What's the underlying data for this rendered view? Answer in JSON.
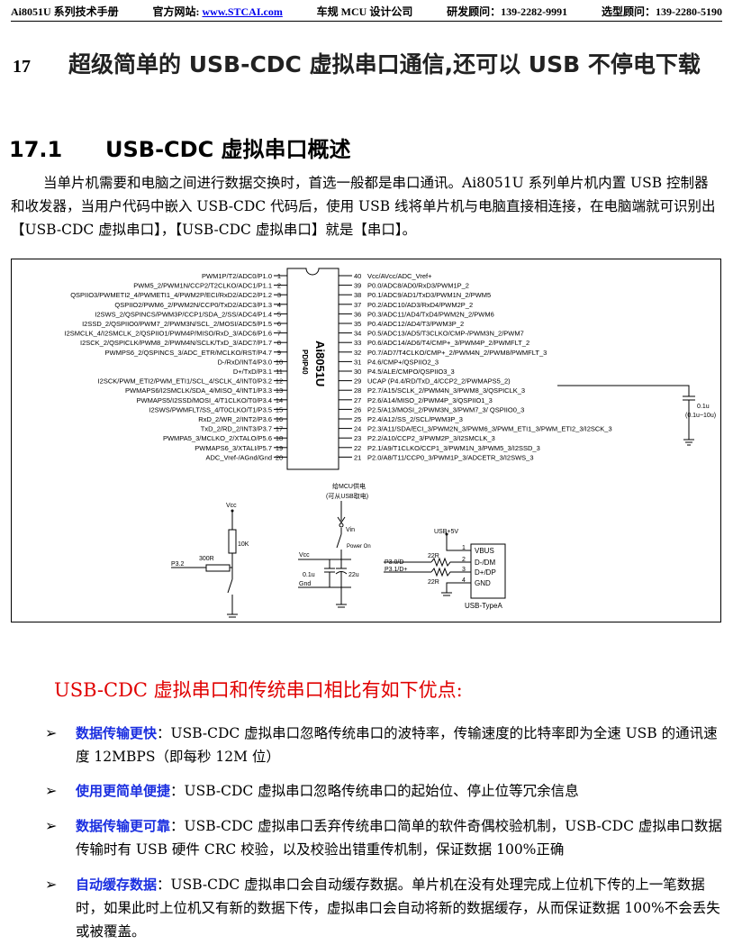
{
  "header": {
    "manual": "Ai8051U 系列技术手册",
    "website_label": "官方网站: ",
    "website_url": "www.STCAI.com",
    "company": "车规 MCU 设计公司",
    "rd_consultant": "研发顾问：139-2282-9991",
    "selection_consultant": "选型顾问：139-2280-5190"
  },
  "chapter": {
    "number": "17",
    "title": "超级简单的 USB-CDC 虚拟串口通信,还可以 USB 不停电下载"
  },
  "section": {
    "number": "17.1",
    "title": "USB-CDC 虚拟串口概述"
  },
  "intro": "当单片机需要和电脑之间进行数据交换时，首选一般都是串口通讯。Ai8051U 系列单片机内置 USB 控制器和收发器，当用户代码中嵌入 USB-CDC 代码后，使用 USB 线将单片机与电脑直接相连接，在电脑端就可识别出【USB-CDC 虚拟串口】，【USB-CDC 虚拟串口】就是【串口】。",
  "figure": {
    "chip_name": "Ai8051U",
    "package": "PDIP40",
    "left_pins": [
      {
        "num": "1",
        "label": "PWM1P/T2/ADC0/P1.0"
      },
      {
        "num": "2",
        "label": "PWM5_2/PWM1N/CCP2/T2CLKO/ADC1/P1.1"
      },
      {
        "num": "3",
        "label": "QSPIIO3/PWMETI2_4/PWMETI1_4/PWM2P/ECI/RxD2/ADC2/P1.2"
      },
      {
        "num": "4",
        "label": "QSPIIO2/PWM6_2/PWM2N/CCP0/TxD2/ADC3/P1.3"
      },
      {
        "num": "5",
        "label": "I2SWS_2/QSPINCS/PWM3P/CCP1/SDA_2/SS/ADC4/P1.4"
      },
      {
        "num": "6",
        "label": "I2SSD_2/QSPIIO0/PWM7_2/PWM3N/SCL_2/MOSI/ADC5/P1.5"
      },
      {
        "num": "7",
        "label": "I2SMCLK_4/I2SMCLK_2/QSPIIO1/PWM4P/MISO/RxD_3/ADC6/P1.6"
      },
      {
        "num": "8",
        "label": "I2SCK_2/QSPICLK/PWM8_2/PWM4N/SCLK/TxD_3/ADC7/P1.7"
      },
      {
        "num": "9",
        "label": "PWMPS6_2/QSPINCS_3/ADC_ETR/MCLKO/RST/P4.7"
      },
      {
        "num": "10",
        "label": "D-/RxD/INT4/P3.0"
      },
      {
        "num": "11",
        "label": "D+/TxD/P3.1"
      },
      {
        "num": "12",
        "label": "I2SCK/PWM_ETI2/PWM_ETI1/SCL_4/SCLK_4/INT0/P3.2"
      },
      {
        "num": "13",
        "label": "PWMAPS6/I2SMCLK/SDA_4/MISO_4/INT1/P3.3"
      },
      {
        "num": "14",
        "label": "PWMAPS5/I2SSD/MOSI_4/T1CLKO/T0/P3.4"
      },
      {
        "num": "15",
        "label": "I2SWS/PWMFLT/SS_4/T0CLKO/T1/P3.5"
      },
      {
        "num": "16",
        "label": "RxD_2/WR_2/INT2/P3.6"
      },
      {
        "num": "17",
        "label": "TxD_2/RD_2/INT3/P3.7"
      },
      {
        "num": "18",
        "label": "PWMPA5_3/MCLKO_2/XTALO/P5.6"
      },
      {
        "num": "19",
        "label": "PWMAPS6_3/XTALI/P5.7"
      },
      {
        "num": "20",
        "label": "ADC_Vref-/AGnd/Gnd"
      }
    ],
    "right_pins": [
      {
        "num": "40",
        "label": "Vcc/AVcc/ADC_Vref+"
      },
      {
        "num": "39",
        "label": "P0.0/ADC8/AD0/RxD3/PWM1P_2"
      },
      {
        "num": "38",
        "label": "P0.1/ADC9/AD1/TxD3/PWM1N_2/PWM5"
      },
      {
        "num": "37",
        "label": "P0.2/ADC10/AD3/RxD4/PWM2P_2"
      },
      {
        "num": "36",
        "label": "P0.3/ADC11/AD4/TxD4/PWM2N_2/PWM6"
      },
      {
        "num": "35",
        "label": "P0.4/ADC12/AD4/T3/PWM3P_2"
      },
      {
        "num": "34",
        "label": "P0.5/ADC13/AD5/T3CLKO/CMP-/PWM3N_2/PWM7"
      },
      {
        "num": "33",
        "label": "P0.6/ADC14/AD6/T4/CMP+_3/PWM4P_2/PWMFLT_2"
      },
      {
        "num": "32",
        "label": "P0.7/AD7/T4CLKO/CMP+_2/PWM4N_2/PWM8/PWMFLT_3"
      },
      {
        "num": "31",
        "label": "P4.6/CMP+/QSPIIO2_3"
      },
      {
        "num": "30",
        "label": "P4.5/ALE/CMPO/QSPIIO3_3"
      },
      {
        "num": "29",
        "label": "UCAP (P4.4/RD/TxD_4/CCP2_2/PWMAPS5_2)"
      },
      {
        "num": "28",
        "label": "P2.7/A15/SCLK_2/PWM4N_3/PWM8_3/QSPICLK_3"
      },
      {
        "num": "27",
        "label": "P2.6/A14/MISO_2/PWM4P_3/QSPIIO1_3"
      },
      {
        "num": "26",
        "label": "P2.5/A13/MOSI_2/PWM3N_3/PWM7_3/ QSPIIO0_3"
      },
      {
        "num": "25",
        "label": "P2.4/A12/SS_2/SCL/PWM3P_3"
      },
      {
        "num": "24",
        "label": "P2.3/A11/SDA/ECI_3/PWM2N_3/PWM6_3/PWM_ETI1_3/PWM_ETI2_3/I2SCK_3"
      },
      {
        "num": "23",
        "label": "P2.2/A10/CCP2_3/PWM2P_3/I2SMCLK_3"
      },
      {
        "num": "22",
        "label": "P2.1/A9/T1CLKO/CCP1_3/PWM1N_3/PWM5_3/I2SSD_3"
      },
      {
        "num": "21",
        "label": "P2.0/A8/T11/CCP0_3/PWM1P_3/ADCETR_3/I2SWS_3"
      }
    ],
    "ucap_cap": "0.1u",
    "ucap_cap_range": "(0.1u~10u)",
    "mcu_power_line1": "给MCU供电",
    "mcu_power_line2": "(可从USB取电)",
    "vin": "Vin",
    "power_on": "Power On",
    "vcc": "Vcc",
    "gnd": "Gnd",
    "r_10k": "10K",
    "r_300r": "300R",
    "p32": "P3.2",
    "cap_01u": "0.1u",
    "cap_22u": "22u",
    "usb_5v": "USB+5V",
    "r_22r_top": "22R",
    "r_22r_bot": "22R",
    "p30": "P3.0/D-",
    "p31": "P3.1/D+",
    "usb_pins": [
      "VBUS",
      "D-/DM",
      "D+/DP",
      "GND"
    ],
    "usb_pin_nums": [
      "1",
      "2",
      "3",
      "4"
    ],
    "usb_name": "USB-TypeA"
  },
  "advantages": {
    "title": "USB-CDC 虚拟串口和传统串口相比有如下优点:",
    "bullet": "➢",
    "items": [
      {
        "keyword": "数据传输更快",
        "text": "：USB-CDC 虚拟串口忽略传统串口的波特率，传输速度的比特率即为全速 USB 的通讯速度 12MBPS（即每秒 12M 位）"
      },
      {
        "keyword": "使用更简单便捷",
        "text": "：USB-CDC 虚拟串口忽略传统串口的起始位、停止位等冗余信息"
      },
      {
        "keyword": "数据传输更可靠",
        "text": "：USB-CDC 虚拟串口丢弃传统串口简单的软件奇偶校验机制，USB-CDC 虚拟串口数据传输时有 USB 硬件 CRC 校验，以及校验出错重传机制，保证数据 100%正确"
      },
      {
        "keyword": "自动缓存数据",
        "text": "：USB-CDC 虚拟串口会自动缓存数据。单片机在没有处理完成上位机下传的上一笔数据时，如果此时上位机又有新的数据下传，虚拟串口会自动将新的数据缓存，从而保证数据 100%不会丢失或被覆盖。"
      }
    ]
  }
}
